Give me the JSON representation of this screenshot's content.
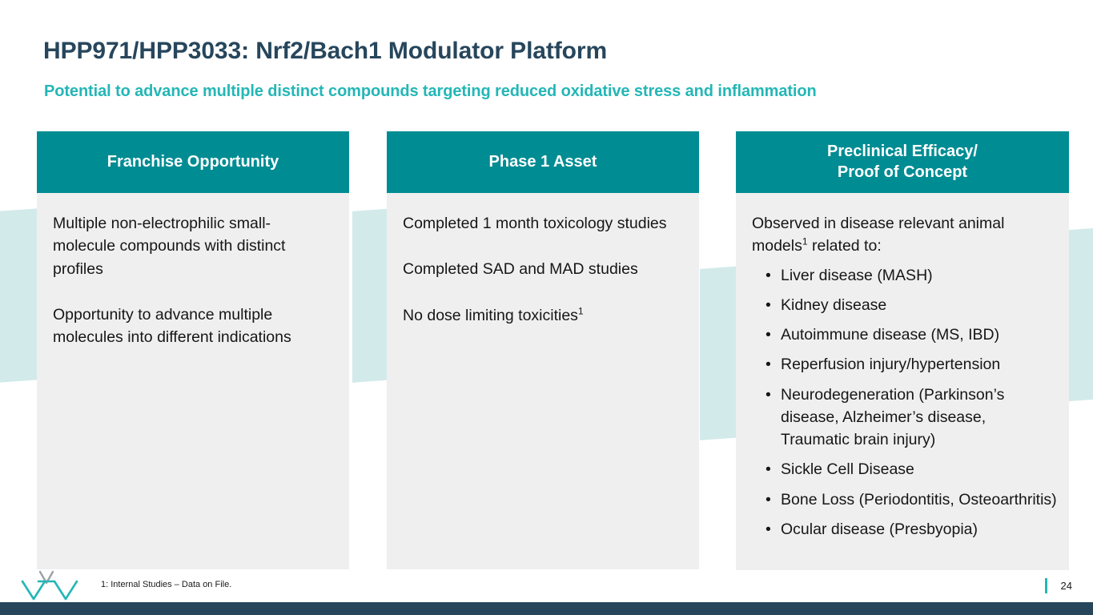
{
  "slide": {
    "title": "HPP971/HPP3033: Nrf2/Bach1 Modulator Platform",
    "subtitle": "Potential to advance multiple distinct compounds targeting reduced oxidative stress and inflammation",
    "page_number": "24",
    "footnote": "1: Internal Studies – Data on File.",
    "logo_text": "vTv"
  },
  "colors": {
    "title": "#27465C",
    "subtitle_teal": "#24B6B6",
    "header_teal": "#008C93",
    "card_body_gray": "#EFEFEF",
    "band_light_teal": "#D3EAEA",
    "footer_bar_navy": "#27465C"
  },
  "columns": [
    {
      "header_line1": "Franchise Opportunity",
      "header_line2": "",
      "paragraphs": [
        "Multiple non-electrophilic small-molecule compounds with distinct profiles",
        "Opportunity to advance multiple molecules into different indications"
      ],
      "bullets": []
    },
    {
      "header_line1": "Phase 1 Asset",
      "header_line2": "",
      "paragraphs": [
        "Completed 1 month toxicology studies",
        "Completed SAD and MAD studies",
        "No dose limiting toxicities"
      ],
      "paragraph_sup": [
        "",
        "",
        "1"
      ],
      "bullets": []
    },
    {
      "header_line1": "Preclinical Efficacy/",
      "header_line2": "Proof of Concept",
      "lead_before_sup": "Observed in disease relevant animal models",
      "lead_sup": "1",
      "lead_after_sup": " related to:",
      "bullets": [
        "Liver disease (MASH)",
        "Kidney disease",
        "Autoimmune disease (MS, IBD)",
        "Reperfusion injury/hypertension",
        "Neurodegeneration (Parkinson’s disease, Alzheimer’s disease, Traumatic brain injury)",
        "Sickle Cell Disease",
        "Bone Loss (Periodontitis, Osteoarthritis)",
        "Ocular disease (Presbyopia)"
      ],
      "bullet_glyph": "•"
    }
  ]
}
